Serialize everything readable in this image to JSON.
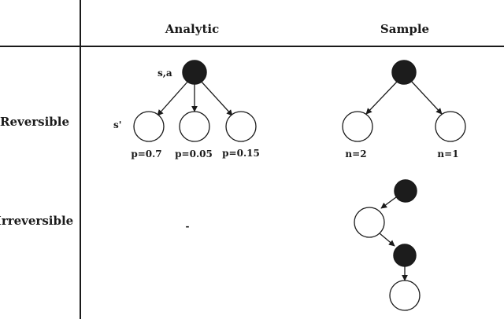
{
  "columns": {
    "analytic": "Analytic",
    "sample": "Sample"
  },
  "rows": {
    "reversible": "Reversible",
    "irreversible": "Irreversible"
  },
  "analytic_reversible": {
    "root_label": "s,a",
    "child_label": "s'",
    "probabilities": [
      "p=0.7",
      "p=0.05",
      "p=0.15"
    ]
  },
  "sample_reversible": {
    "counts": [
      "n=2",
      "n=1"
    ]
  },
  "analytic_irreversible": {
    "placeholder": "-"
  },
  "colors": {
    "filled_node": "#1c1c1c",
    "empty_node": "#ffffff",
    "line": "#1a1a1a"
  }
}
